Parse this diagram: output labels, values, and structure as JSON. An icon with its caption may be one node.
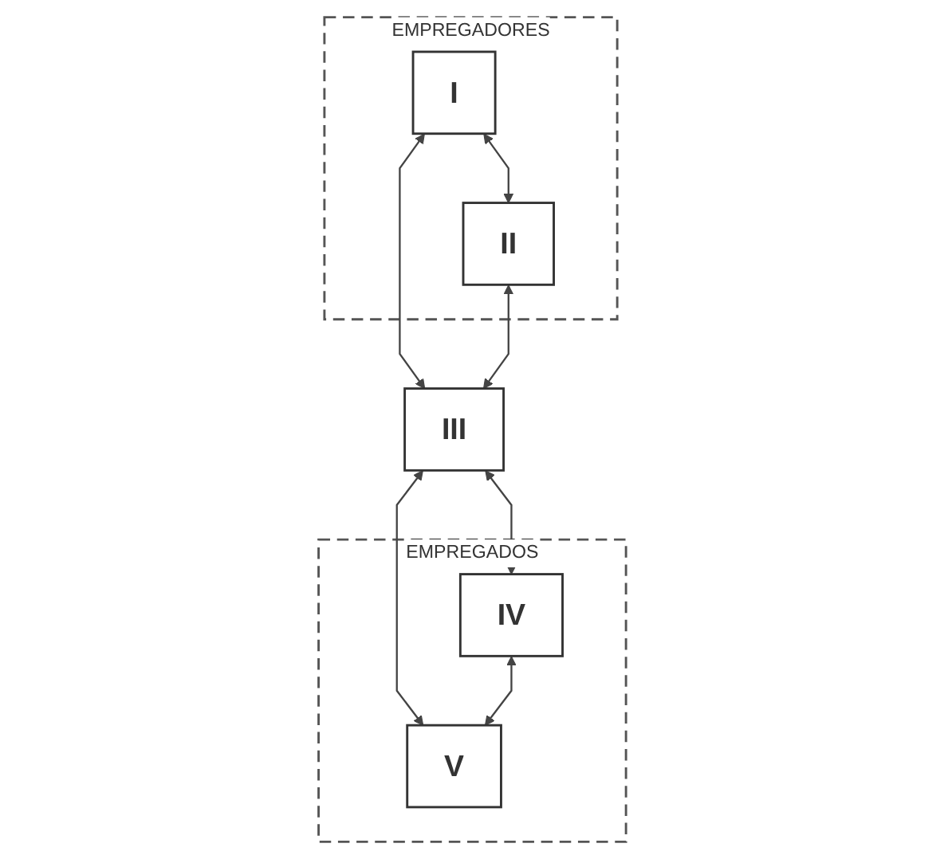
{
  "diagram": {
    "nodes": [
      {
        "text": [
          "EMPREGADORES"
        ]
      },
      {
        "text": [
          "I"
        ],
        "in": 0
      },
      {
        "text": [
          "II"
        ],
        "in": 0
      },
      {
        "text": [
          "III"
        ]
      },
      {
        "text": [
          "EMPREGADOS"
        ]
      },
      {
        "text": [
          "IV"
        ],
        "in": 4
      },
      {
        "text": [
          "V"
        ],
        "in": 4
      }
    ],
    "edges": [
      {
        "from": 1,
        "to": 2,
        "arrow": "both"
      },
      {
        "from": 1,
        "to": 3,
        "arrow": "both"
      },
      {
        "from": 2,
        "to": 3,
        "arrow": "both"
      },
      {
        "from": 3,
        "to": 5,
        "arrow": "both"
      },
      {
        "from": 3,
        "to": 6,
        "arrow": "both"
      },
      {
        "from": 5,
        "to": 6,
        "arrow": "both"
      }
    ]
  }
}
